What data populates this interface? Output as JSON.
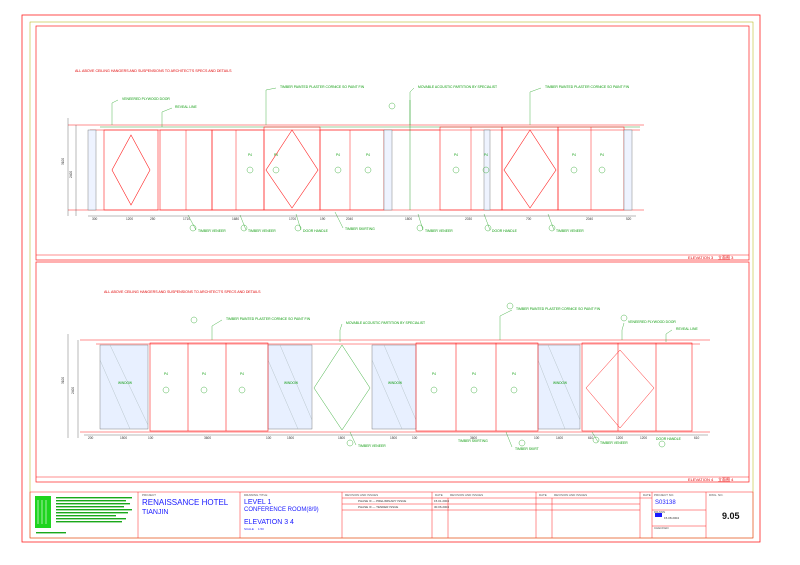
{
  "notes": {
    "top_ceiling_note": "ALL ABOVE CEILING HANGERS AND SUSPENSIONS TO ARCHITECT'S SPECS AND DETAILS",
    "bottom_ceiling_note": "ALL ABOVE CEILING HANGERS AND SUSPENSIONS TO ARCHITECT'S SPECS AND DETAILS"
  },
  "top_elevation": {
    "callouts": {
      "veneered_plywood_door": "VENEERED PLYWOOD DOOR",
      "reveal_line": "REVEAL LINE",
      "plaster_cornice": "TIMBER PAINTED PLASTER CORNICE SO PAINT FIN",
      "acoustic_partition": "MOVABLE ACOUSTIC PARTITION BY SPECIALIST",
      "plaster_cornice_2": "TIMBER PAINTED PLASTER CORNICE SO PAINT FIN",
      "timber_veneer_1": "TIMBER VENEER",
      "timber_veneer_2": "TIMBER VENEER",
      "door_handle": "DOOR HANDLE",
      "timber_skirting": "TIMBER SKIRTING",
      "timber_veneer_3": "TIMBER VENEER",
      "door_handle_2": "DOOR HANDLE",
      "timber_veneer_4": "TIMBER VENEER"
    },
    "dimensions": [
      "300",
      "1200",
      "250",
      "1710",
      "1680",
      "1700",
      "190",
      "2040",
      "1800",
      "2030",
      "700",
      "2040",
      "520"
    ],
    "panel_tags": [
      "P4",
      "P4",
      "P4",
      "P4",
      "P4",
      "P4",
      "P4",
      "P4"
    ],
    "height_labels": [
      "3100",
      "2400"
    ],
    "title": "ELEVATION 3",
    "title_cn": "立面图 3"
  },
  "bottom_elevation": {
    "callouts": {
      "plaster_cornice": "TIMBER PAINTED PLASTER CORNICE SO PAINT FIN",
      "acoustic_partition": "MOVABLE ACOUSTIC PARTITION BY SPECIALIST",
      "plaster_cornice_2": "TIMBER PAINTED PLASTER CORNICE SO PAINT FIN",
      "veneered_plywood_door": "VENEERED PLYWOOD DOOR",
      "reveal_line": "REVEAL LINE",
      "timber_veneer_1": "TIMBER VENEER",
      "timber_skirting": "TIMBER SKIRTING",
      "timber_skirt": "TIMBER SKIRT",
      "timber_veneer_2": "TIMBER VENEER",
      "door_handle": "DOOR HANDLE"
    },
    "window_tags": [
      "WINDOW",
      "WINDOW",
      "WINDOW",
      "WINDOW"
    ],
    "panel_tags": [
      "P4",
      "P4",
      "P4",
      "P4",
      "P4",
      "P4"
    ],
    "dimensions": [
      "200",
      "1500",
      "100",
      "3600",
      "100",
      "1500",
      "1800",
      "1500",
      "100",
      "3600",
      "100",
      "1400",
      "610",
      "1200",
      "1200",
      "610"
    ],
    "height_labels": [
      "3100",
      "2400"
    ],
    "title": "ELEVATION 4",
    "title_cn": "立面图 4"
  },
  "title_block": {
    "project_label": "PROJECT",
    "hotel": "RENAISSANCE HOTEL",
    "city": "TIANJIN",
    "drawing_title_label": "DRAWING TITLE",
    "level": "LEVEL 1",
    "room": "CONFERENCE ROOM(8/9)",
    "elevation": "ELEVATION 3 4",
    "revision_label": "REVISION AND ISSUES",
    "date_label": "DATE",
    "revision_label_2": "REVISION AND ISSUES",
    "date_label_2": "DATE",
    "revision_label_3": "REVISION AND ISSUES",
    "project_no_label": "PROJECT NO.",
    "project_no": "S03138",
    "dwg_no_label": "DWG. NO.",
    "dwg_no": "9.05",
    "rev_row_1": "PHASE III — PRELIMINARY ISSUE",
    "rev_row_2": "PHASE III — TENDER ISSUE",
    "date_row_1": "15.01.2004",
    "date_row_2": "30.06.2004",
    "date_text": "15.08.2004",
    "drawn_label": "DRAWN",
    "scale_label": "SCALE",
    "scale_value": "1:50",
    "checked_label": "CHECKED"
  }
}
